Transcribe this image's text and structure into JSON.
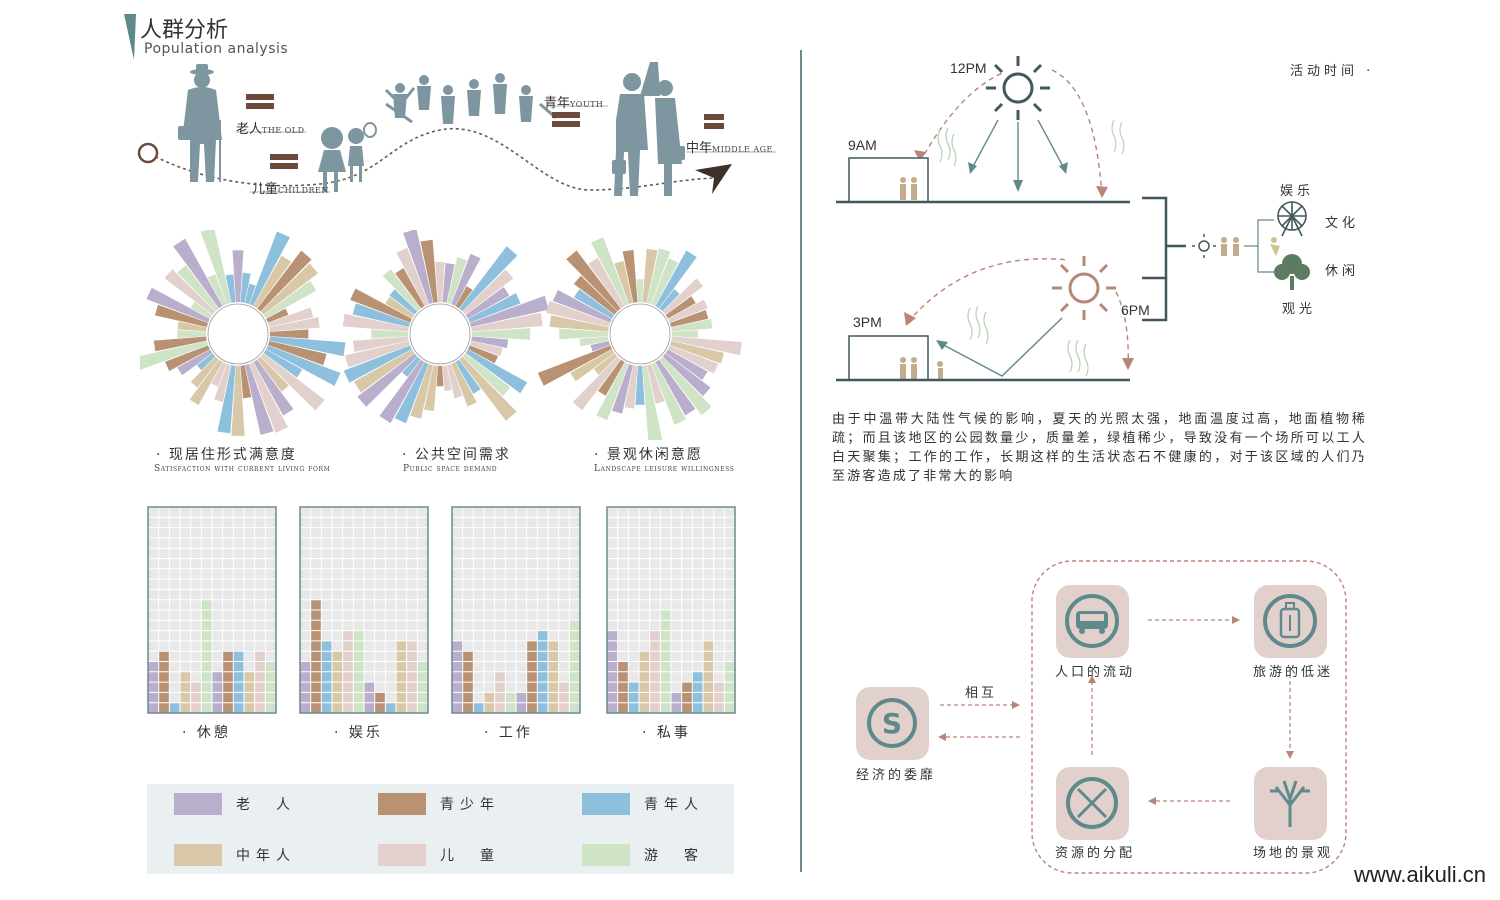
{
  "header": {
    "title_cn": "人群分析",
    "title_en": "Population analysis"
  },
  "groups": {
    "old": {
      "cn": "老人",
      "en": "THE OLD"
    },
    "children": {
      "cn": "儿童",
      "en": "CHILDREN"
    },
    "youth": {
      "cn": "青年",
      "en": "YOUTH"
    },
    "middle": {
      "cn": "中年",
      "en": "MIDDLE AGE"
    }
  },
  "sunbursts": [
    {
      "cn": "· 现居住形式满意度",
      "en": "Satisfaction with current living form"
    },
    {
      "cn": "· 公共空间需求",
      "en": "Public space demand"
    },
    {
      "cn": "· 景观休闲意愿",
      "en": "Landscape leisure willingness"
    }
  ],
  "colors": {
    "old": "#b9aecb",
    "teen": "#b89273",
    "youth": "#8ec0de",
    "middle": "#d9c8a8",
    "child": "#e2d0cc",
    "tourist": "#cfe3c6",
    "teal": "#5f8a8b",
    "rose": "#b98576",
    "line": "#41585d"
  },
  "legend": [
    {
      "label": "老　人",
      "color": "#b9aecb"
    },
    {
      "label": "青少年",
      "color": "#b89273"
    },
    {
      "label": "青年人",
      "color": "#8ec0de"
    },
    {
      "label": "中年人",
      "color": "#d9c8a8"
    },
    {
      "label": "儿　童",
      "color": "#e2d0cc"
    },
    {
      "label": "游　客",
      "color": "#cfe3c6"
    }
  ],
  "chart_data": [
    {
      "type": "bar",
      "title": "· 休憩",
      "series_order": [
        "old",
        "teen",
        "youth",
        "middle",
        "child",
        "tourist"
      ],
      "values": [
        5,
        6,
        1,
        4,
        3,
        11,
        4,
        6,
        6,
        4,
        6,
        5
      ]
    },
    {
      "type": "bar",
      "title": "· 娱乐",
      "series_order": [
        "old",
        "teen",
        "youth",
        "middle",
        "child",
        "tourist"
      ],
      "values": [
        5,
        11,
        7,
        6,
        8,
        8,
        3,
        2,
        1,
        7,
        7,
        5
      ]
    },
    {
      "type": "bar",
      "title": "· 工作",
      "series_order": [
        "old",
        "teen",
        "youth",
        "middle",
        "child",
        "tourist"
      ],
      "values": [
        7,
        6,
        1,
        2,
        4,
        2,
        2,
        7,
        8,
        7,
        3,
        9
      ]
    },
    {
      "type": "bar",
      "title": "· 私事",
      "series_order": [
        "old",
        "teen",
        "youth",
        "middle",
        "child",
        "tourist"
      ],
      "values": [
        8,
        5,
        3,
        6,
        8,
        10,
        2,
        3,
        4,
        7,
        3,
        5
      ]
    }
  ],
  "activity": {
    "title": "活动时间 ·",
    "times": {
      "t12": "12PM",
      "t9": "9AM",
      "t3": "3PM",
      "t6": "6PM"
    },
    "branches": [
      "娱乐",
      "文化",
      "休闲",
      "观光"
    ]
  },
  "paragraph": "由于中温带大陆性气候的影响，夏天的光照太强，地面温度过高，地面植物稀疏；而且该地区的公园数量少，质量差，绿植稀少，导致没有一个场所可以工人白天聚集；工作的工作，长期这样的生活状态石不健康的，对于该区域的人们乃至游客造成了非常大的影响",
  "cycle": {
    "economy": "经济的委靡",
    "mutual": "相互",
    "population": "人口的流动",
    "tourism": "旅游的低迷",
    "resources": "资源的分配",
    "landscape": "场地的景观"
  },
  "watermark": "www.aikuli.cn"
}
